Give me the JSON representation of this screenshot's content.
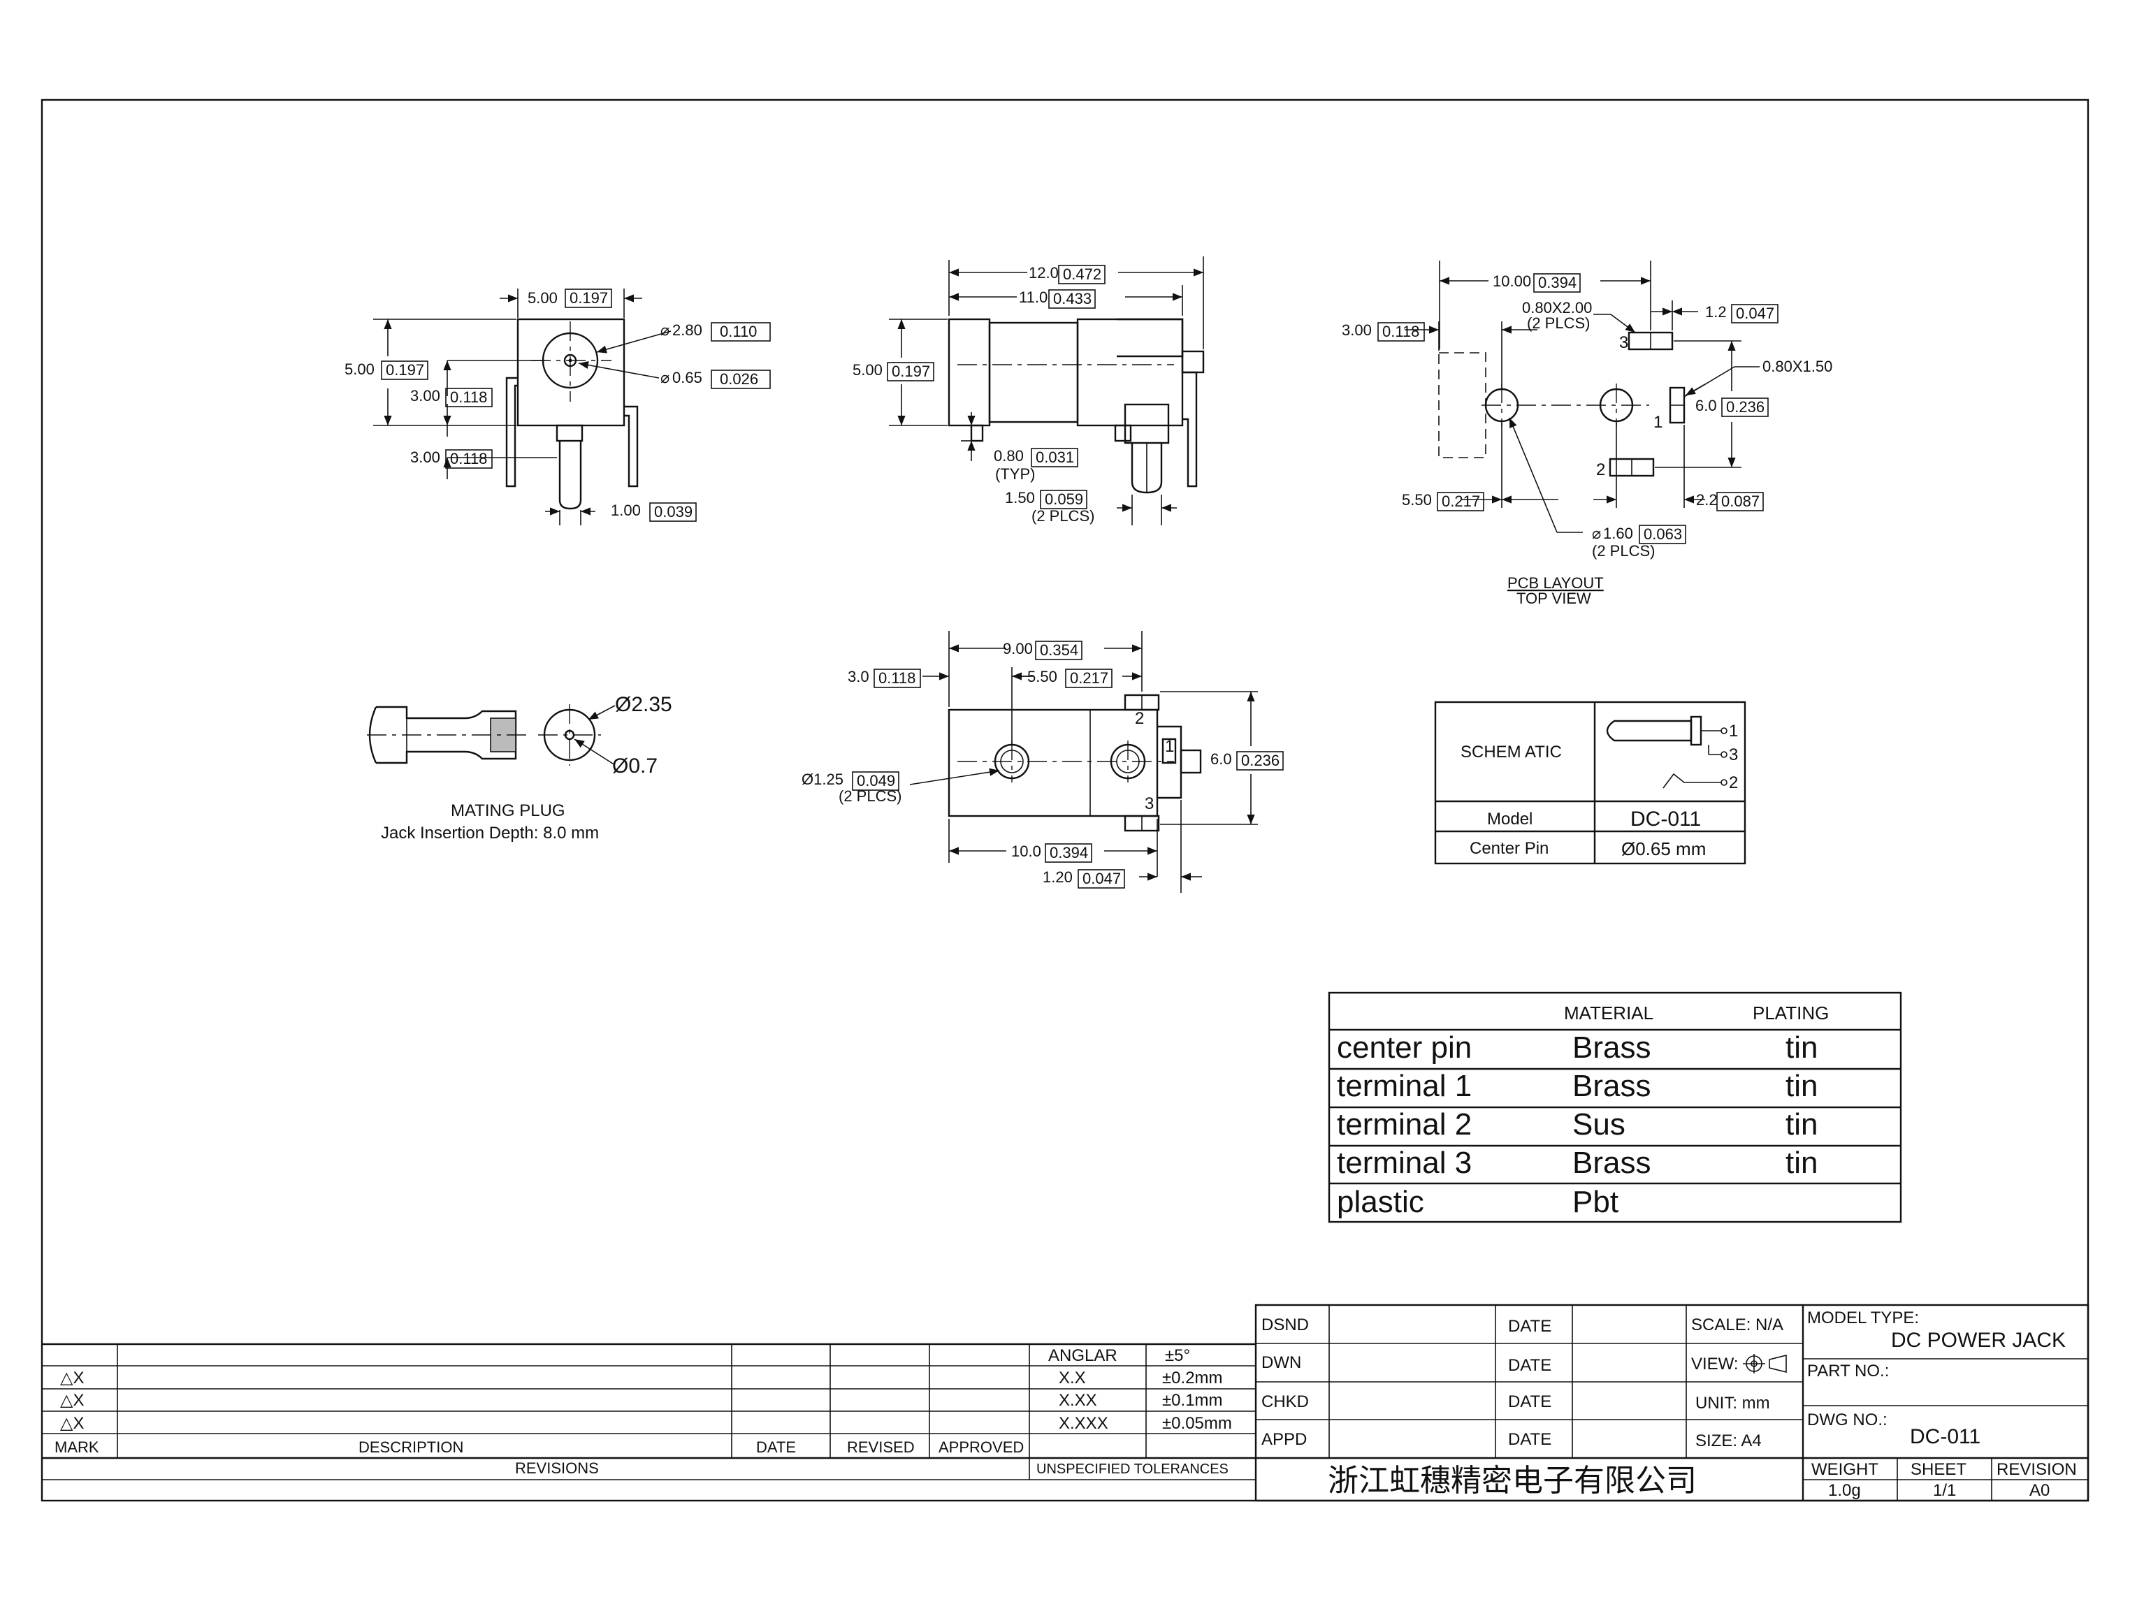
{
  "dims": {
    "front_width": "5.00",
    "front_width_in": "0.197",
    "front_height": "5.00",
    "front_height_in": "0.197",
    "front_h1": "3.00",
    "front_h1_in": "0.118",
    "front_h2": "3.00",
    "front_h2_in": "0.118",
    "front_d1": "2.80",
    "front_d1_in": "0.110",
    "front_d2": "0.65",
    "front_d2_in": "0.026",
    "front_pin": "1.00",
    "front_pin_in": "0.039",
    "side_len1": "12.0",
    "side_len1_in": "0.472",
    "side_len2": "11.0",
    "side_len2_in": "0.433",
    "side_height": "5.00",
    "side_height_in": "0.197",
    "side_typ": "0.80",
    "side_typ_in": "0.031",
    "side_typ_note": "(TYP)",
    "side_pl": "1.50",
    "side_pl_in": "0.059",
    "side_pl_note": "(2 PLCS)",
    "pcb_w": "10.00",
    "pcb_w_in": "0.394",
    "pcb_slot": "0.80X2.00",
    "pcb_slot_note": "(2 PLCS)",
    "pcb_r": "1.2",
    "pcb_r_in": "0.047",
    "pcb_left": "3.00",
    "pcb_left_in": "0.118",
    "pcb_slot2": "0.80X1.50",
    "pcb_h": "6.0",
    "pcb_h_in": "0.236",
    "pcb_b1": "5.50",
    "pcb_b1_in": "0.217",
    "pcb_b2": "2.2",
    "pcb_b2_in": "0.087",
    "pcb_hole": "1.60",
    "pcb_hole_in": "0.063",
    "pcb_hole_note": "(2 PLCS)",
    "pcb_title": "PCB LAYOUT",
    "pcb_sub": "TOP VIEW",
    "top_w1": "9.00",
    "top_w1_in": "0.354",
    "top_left": "3.0",
    "top_left_in": "0.118",
    "top_w2": "5.50",
    "top_w2_in": "0.217",
    "top_h": "6.0",
    "top_h_in": "0.236",
    "top_hole": "Ø1.25",
    "top_hole_in": "0.049",
    "top_hole_note": "(2 PLCS)",
    "top_b1": "10.0",
    "top_b1_in": "0.394",
    "top_b2": "1.20",
    "top_b2_in": "0.047",
    "plug_d1": "Ø2.35",
    "plug_d2": "Ø0.7",
    "plug_title": "MATING PLUG",
    "plug_sub": "Jack Insertion Depth: 8.0 mm",
    "pin1": "1",
    "pin2": "2",
    "pin3": "3"
  },
  "schematic": {
    "label": "SCHEM ATIC",
    "model_label": "Model",
    "model_value": "DC-011",
    "pin_label": "Center Pin",
    "pin_value": "Ø0.65 mm",
    "p1": "1",
    "p2": "2",
    "p3": "3"
  },
  "materials": {
    "headers": [
      "MATERIAL",
      "PLATING"
    ],
    "rows": [
      {
        "part": "center pin",
        "material": "Brass",
        "plating": "tin"
      },
      {
        "part": "terminal 1",
        "material": "Brass",
        "plating": "tin"
      },
      {
        "part": "terminal 2",
        "material": "Sus",
        "plating": "tin"
      },
      {
        "part": "terminal 3",
        "material": "Brass",
        "plating": "tin"
      },
      {
        "part": "plastic",
        "material": "Pbt",
        "plating": ""
      }
    ]
  },
  "title_block": {
    "rev_marks": [
      "△X",
      "△X",
      "△X"
    ],
    "col_mark": "MARK",
    "col_desc": "DESCRIPTION",
    "col_date": "DATE",
    "col_revised": "REVISED",
    "col_approved": "APPROVED",
    "revisions": "REVISIONS",
    "tolerances": [
      {
        "label": "ANGLAR",
        "value": "±5°"
      },
      {
        "label": "X.X",
        "value": "±0.2mm"
      },
      {
        "label": "X.XX",
        "value": "±0.1mm"
      },
      {
        "label": "X.XXX",
        "value": "±0.05mm"
      }
    ],
    "unspecified": "UNSPECIFIED TOLERANCES",
    "dsnd": "DSND",
    "dwn": "DWN",
    "chkd": "CHKD",
    "appd": "APPD",
    "date": "DATE",
    "scale": "SCALE: N/A",
    "view": "VIEW:",
    "unit": "UNIT: mm",
    "size": "SIZE: A4",
    "model_type_label": "MODEL TYPE:",
    "model_type": "DC POWER JACK",
    "part_no": "PART NO.:",
    "dwg_no_label": "DWG NO.:",
    "dwg_no": "DC-011",
    "company": "浙江虹穗精密电子有限公司",
    "weight_label": "WEIGHT",
    "weight": "1.0g",
    "sheet_label": "SHEET",
    "sheet": "1/1",
    "revision_label": "REVISION",
    "revision": "A0"
  }
}
